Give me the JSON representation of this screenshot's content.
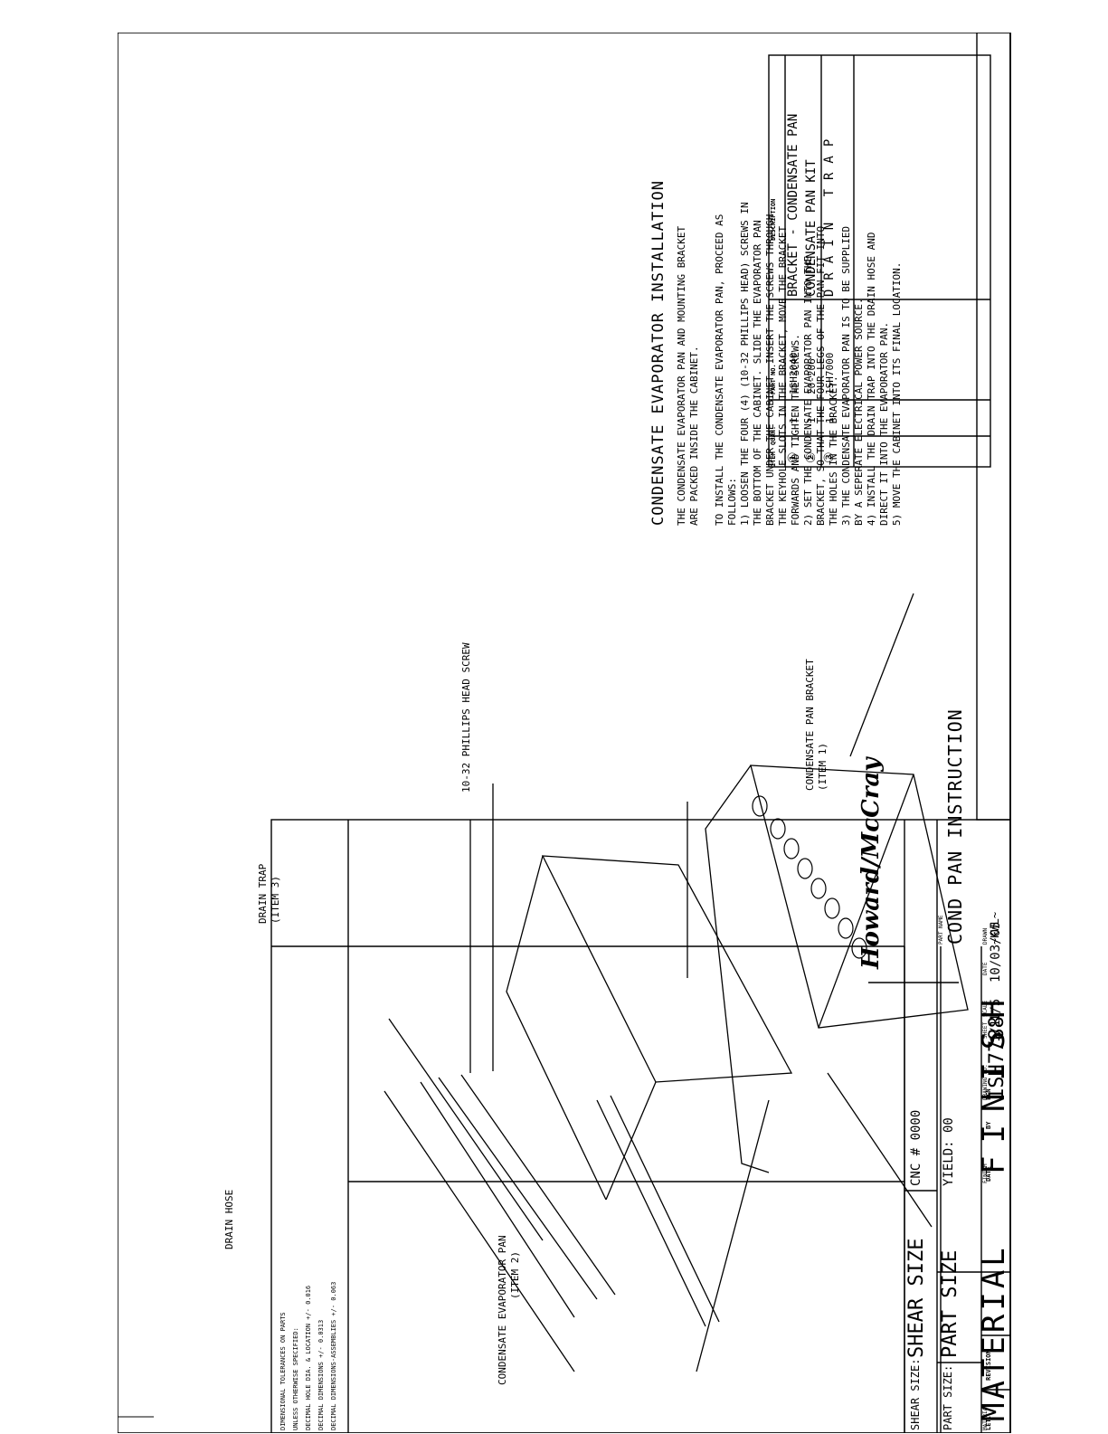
{
  "parts_table": {
    "headers": {
      "item": "ITEM",
      "quan": "QUAN.",
      "part_no": "PART NO.",
      "description": "DESCRIPTION"
    },
    "rows": [
      {
        "item": "①",
        "quan": "1",
        "part_no": "1SH2040",
        "description": "BRACKET - CONDENSATE PAN"
      },
      {
        "item": "②",
        "quan": "1",
        "part_no": "20-206",
        "description": "CONDENSATE PAN KIT"
      },
      {
        "item": "③",
        "quan": "1",
        "part_no": "1SH7000",
        "description": "DRAIN TRAP"
      }
    ]
  },
  "instructions": {
    "title": "CONDENSATE EVAPORATOR INSTALLATION",
    "lines": [
      "THE CONDENSATE EVAPORATOR PAN AND MOUNTING BRACKET",
      "ARE PACKED INSIDE THE CABINET.",
      "",
      "TO INSTALL THE CONDENSATE EVAPORATOR PAN, PROCEED AS",
      "FOLLOWS:",
      "1) LOOSEN THE FOUR (4) (10-32 PHILLIPS HEAD) SCREWS IN",
      "THE BOTTOM OF THE CABINET. SLIDE THE EVAPORATOR PAN",
      "BRACKET UNDER THE CABINET. INSERT THE SCREWS THROUGH",
      "THE KEYHOLE SLOTS IN THE BRACKET, MOVE THE BRACKET",
      "FORWARDS AND TIGHTEN THE SCREWS.",
      "2) SET THE CONDENSATE EVAPORATOR PAN INTO THE",
      "BRACKET, SO THAT THE FOUR LEGS OF THE PAN FIT INTO",
      "THE HOLES IN THE BRACKET.",
      "3) THE CONDENSATE EVAPORATOR PAN IS TO BE SUPPLIED",
      "BY A SEPERATE ELECTRICAL POWER SOURCE.",
      "4) INSTALL THE DRAIN TRAP INTO THE DRAIN HOSE AND",
      "DIRECT IT INTO THE EVAPORATOR PAN.",
      "5) MOVE THE CABINET INTO ITS FINAL LOCATION."
    ]
  },
  "callouts": {
    "screw": "10-32 PHILLIPS HEAD SCREW",
    "bracket_1": "CONDENSATE PAN BRACKET",
    "bracket_2": "(ITEM 1)",
    "trap_1": "DRAIN TRAP",
    "trap_2": "(ITEM 3)",
    "hose": "DRAIN HOSE",
    "pan_1": "CONDENSATE EVAPORATOR PAN",
    "pan_2": "(ITEM 2)"
  },
  "title_block": {
    "company": "Howard/McCray",
    "part_name_label": "PART NAME",
    "part_name": "COND PAN INSTRUCTION",
    "drawn_label": "DRAWN",
    "date_label": "DATE",
    "scale_label": "SCALE",
    "sheet_label": "SHEET",
    "drawing_no_label": "DRAWING NO.",
    "drawn": "~KWL~",
    "date": "10/03/05",
    "scale": "1/5",
    "sheet": "1/1",
    "drawing_no": "1SH7788",
    "shear_size_label": "SHEAR SIZE:",
    "shear_size": "SHEAR SIZE",
    "part_size_label": "PART SIZE:",
    "part_size": "PART SIZE",
    "cnc": "CNC # 0000",
    "yield": "YIELD: 00",
    "material_label": "MATERIAL",
    "material": "MATERIAL",
    "finish_label": "FINISH",
    "finish": "FINISH",
    "tolerances": [
      "DIMENSIONAL TOLERANCES ON PARTS",
      "UNLESS OTHERWISE SPECIFIED:",
      "DECIMAL HOLE DIA. & LOCATION +/- 0.016",
      "DECIMAL DIMENSIONS +/- 0.0313",
      "DECIMAL DIMENSIONS-ASSEMBLIES +/- 0.063"
    ]
  },
  "revision_block": {
    "let": "LET.",
    "revision": "REVISION",
    "date": "DATE",
    "by": "BY",
    "ecn": "ECN"
  }
}
